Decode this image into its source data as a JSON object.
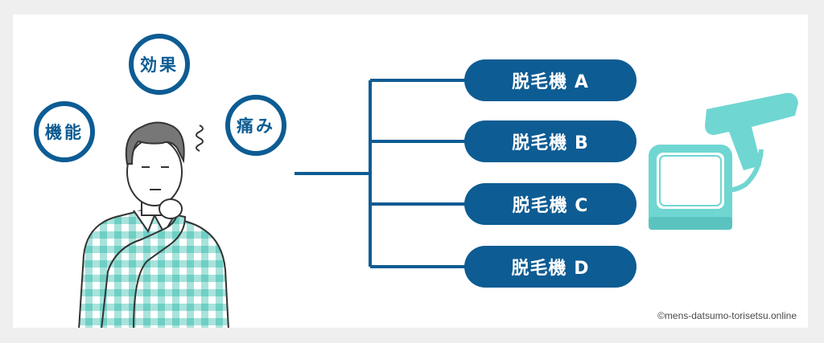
{
  "concerns": [
    {
      "label": "機能"
    },
    {
      "label": "効果"
    },
    {
      "label": "痛み"
    }
  ],
  "machines": [
    {
      "label": "脱毛機 A"
    },
    {
      "label": "脱毛機 B"
    },
    {
      "label": "脱毛機 C"
    },
    {
      "label": "脱毛機 D"
    }
  ],
  "credit": "©mens-datsumo-torisetsu.online",
  "colors": {
    "accent": "#0d5c93",
    "device": "#6fd6d2",
    "shirt": "#8fd8d0"
  }
}
